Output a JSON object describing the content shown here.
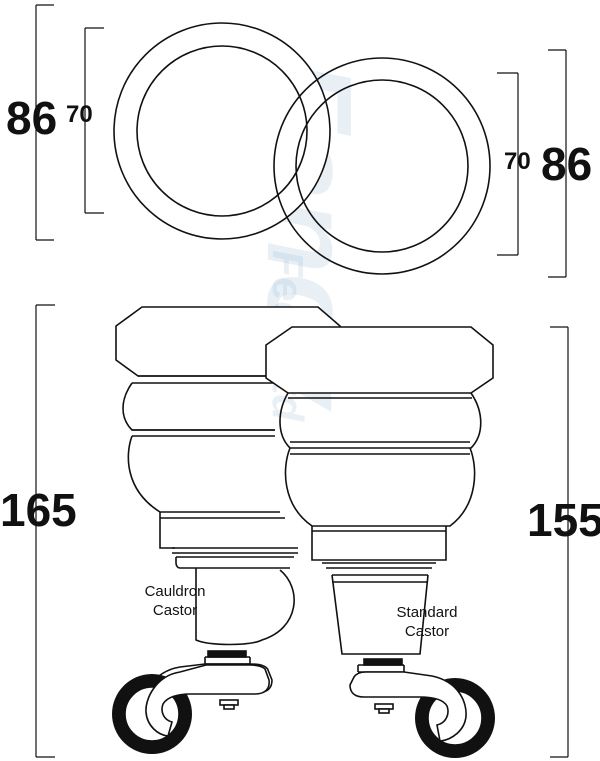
{
  "watermark": {
    "line1": "Fancy",
    "line2": "Feet Ltd"
  },
  "rings": {
    "left": {
      "outer_label": "86",
      "inner_label": "70"
    },
    "right": {
      "outer_label": "86",
      "inner_label": "70"
    }
  },
  "feet": {
    "left": {
      "height_label": "165",
      "caption_line1": "Cauldron",
      "caption_line2": "Castor"
    },
    "right": {
      "height_label": "155",
      "caption_line1": "Standard",
      "caption_line2": "Castor"
    }
  },
  "colors": {
    "line": "#111111",
    "wheel": "#111111",
    "watermark": "#9db9d6"
  }
}
